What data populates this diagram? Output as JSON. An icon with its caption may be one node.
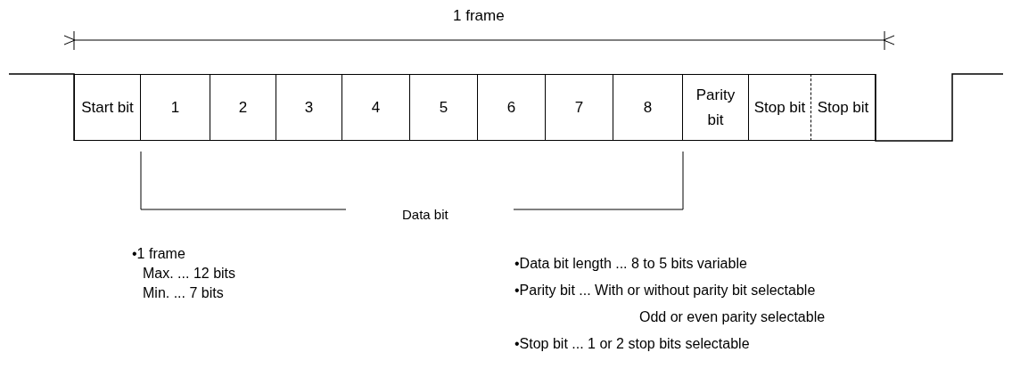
{
  "diagram": {
    "nodes": [
      {
        "text": [
          "Start bit"
        ]
      },
      {
        "text": [
          "1"
        ]
      },
      {
        "text": [
          "2"
        ]
      },
      {
        "text": [
          "3"
        ]
      },
      {
        "text": [
          "4"
        ]
      },
      {
        "text": [
          "5"
        ]
      },
      {
        "text": [
          "6"
        ]
      },
      {
        "text": [
          "7"
        ]
      },
      {
        "text": [
          "8"
        ]
      },
      {
        "text": [
          "Parity bit"
        ]
      },
      {
        "text": [
          "Stop bit"
        ]
      },
      {
        "text": [
          "Stop bit"
        ]
      }
    ],
    "labels": [
      "1 frame",
      "Data bit",
      "•1 frame",
      "Max. ... 12 bits",
      "Min. ... 7 bits",
      "•Data bit length ... 8 to 5 bits variable",
      "•Parity bit ... With or without parity bit selectable",
      "Odd or even parity selectable",
      "•Stop bit ... 1 or 2 stop bits selectable"
    ]
  }
}
